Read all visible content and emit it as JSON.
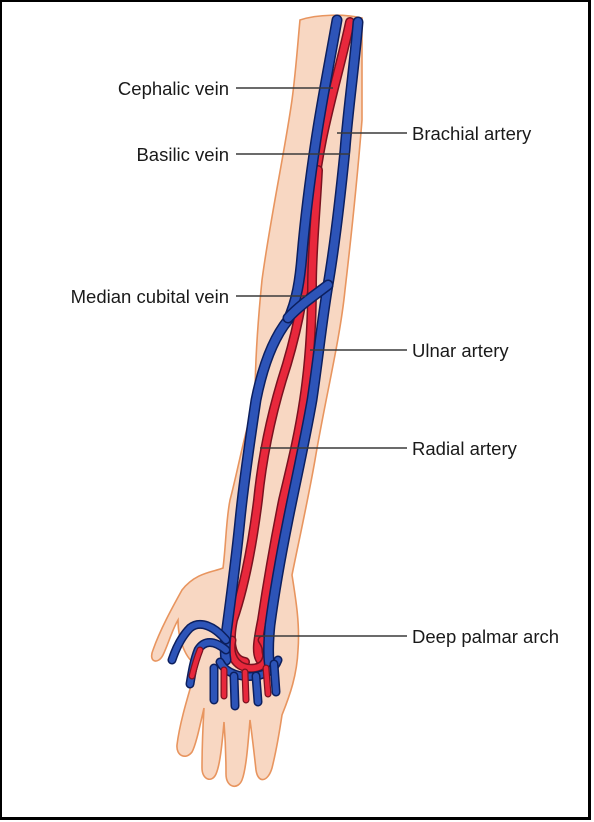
{
  "labels": {
    "cephalic_vein": "Cephalic vein",
    "basilic_vein": "Basilic vein",
    "median_cubital_vein": "Median cubital vein",
    "brachial_artery": "Brachial artery",
    "ulnar_artery": "Ulnar artery",
    "radial_artery": "Radial artery",
    "deep_palmar_arch": "Deep palmar arch"
  },
  "colors": {
    "skin_fill": "#f8d7c2",
    "skin_outline": "#e8955f",
    "artery": "#e8283c",
    "artery_outline": "#7a1220",
    "vein": "#2d54b8",
    "vein_outline": "#0c1f5e",
    "leader": "#3a3a3a"
  }
}
